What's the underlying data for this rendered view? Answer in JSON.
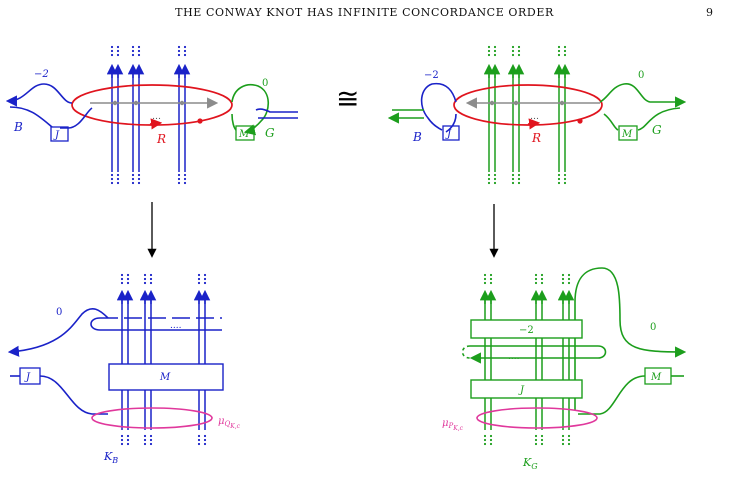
{
  "header": {
    "running_title": "THE CONWAY KNOT HAS INFINITE CONCORDANCE ORDER",
    "page_number": "9"
  },
  "colors": {
    "blue": "#1a22c8",
    "green": "#1c9e1c",
    "red": "#e0141e",
    "gray": "#8c8c8c",
    "magenta": "#e0389c",
    "black": "#000000"
  },
  "figure": {
    "top_left": {
      "framing_minus2": "−2",
      "label_B": "B",
      "box_J": "J",
      "label_R": "R",
      "box_M": "M",
      "label_G": "G",
      "framing_0": "0",
      "dots": "…"
    },
    "congruent_symbol": "≅",
    "top_right": {
      "framing_minus2": "−2",
      "label_B": "B",
      "box_J": "J",
      "label_R": "R",
      "box_M": "M",
      "label_G": "G",
      "framing_0": "0",
      "dots": "…"
    },
    "bottom_left": {
      "framing_0": "0",
      "dots": "....",
      "box_M": "M",
      "box_J": "J",
      "mu_label": "μ",
      "mu_sub": "Q",
      "mu_subsub": "K,c",
      "k_label": "K",
      "k_sub": "B"
    },
    "bottom_right": {
      "box_minus2": "−2",
      "dots": "....",
      "box_J": "J",
      "box_M": "M",
      "framing_0": "0",
      "mu_label": "μ",
      "mu_sub": "P",
      "mu_subsub": "K,c",
      "k_label": "K",
      "k_sub": "G"
    }
  }
}
